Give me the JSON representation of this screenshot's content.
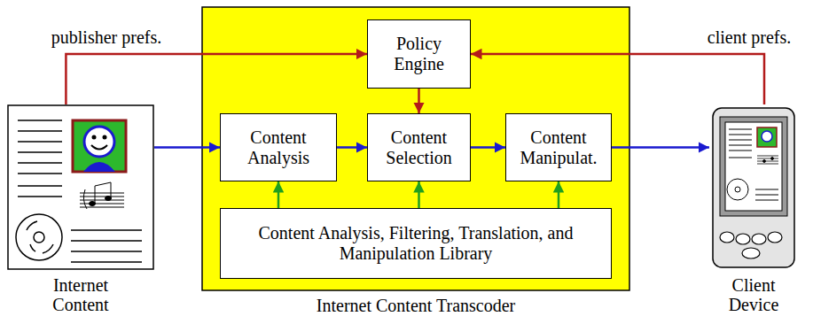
{
  "diagram": {
    "nodes": [
      {
        "text": [
          "Internet Content"
        ]
      },
      {
        "text": [
          "Internet Content Transcoder"
        ]
      },
      {
        "text": [
          "Policy Engine"
        ],
        "in": 1
      },
      {
        "text": [
          "Content Analysis"
        ],
        "in": 1
      },
      {
        "text": [
          "Content Selection"
        ],
        "in": 1
      },
      {
        "text": [
          "Content Manipulat."
        ],
        "in": 1
      },
      {
        "text": [
          "Content Analysis, Filtering, Translation, and Manipulation Library"
        ],
        "in": 1
      },
      {
        "text": [
          "Client Device"
        ]
      }
    ],
    "edges": [
      {
        "from": 0,
        "to": 2,
        "arrow": "to",
        "label": "publisher prefs."
      },
      {
        "from": 7,
        "to": 2,
        "arrow": "to",
        "label": "client prefs."
      },
      {
        "from": 2,
        "to": 4,
        "arrow": "to"
      },
      {
        "from": 0,
        "to": 3,
        "arrow": "to"
      },
      {
        "from": 3,
        "to": 4,
        "arrow": "to"
      },
      {
        "from": 4,
        "to": 5,
        "arrow": "to"
      },
      {
        "from": 5,
        "to": 7,
        "arrow": "to"
      },
      {
        "from": 6,
        "to": 3,
        "arrow": "to"
      },
      {
        "from": 6,
        "to": 4,
        "arrow": "to"
      },
      {
        "from": 6,
        "to": 5,
        "arrow": "to"
      }
    ]
  }
}
